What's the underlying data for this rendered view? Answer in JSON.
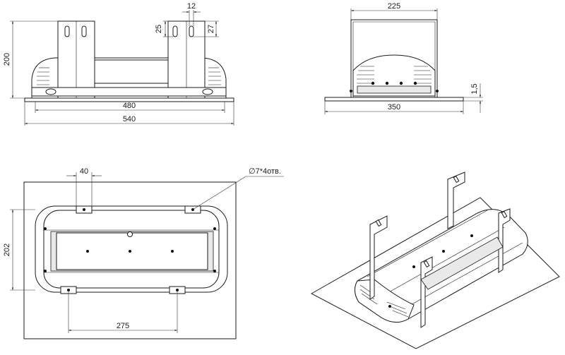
{
  "drawing": {
    "front_view": {
      "dim_width_inner": "480",
      "dim_width_outer": "540",
      "dim_height": "200",
      "dim_slot_width": "12",
      "dim_slot_top": "25",
      "dim_slot_length": "27"
    },
    "side_view": {
      "dim_width": "225",
      "dim_base": "350",
      "dim_thickness": "1,5"
    },
    "top_view": {
      "dim_bracket_width": "40",
      "dim_depth": "202",
      "dim_bracket_spacing": "275",
      "hole_note": "∅7*4отв."
    }
  }
}
